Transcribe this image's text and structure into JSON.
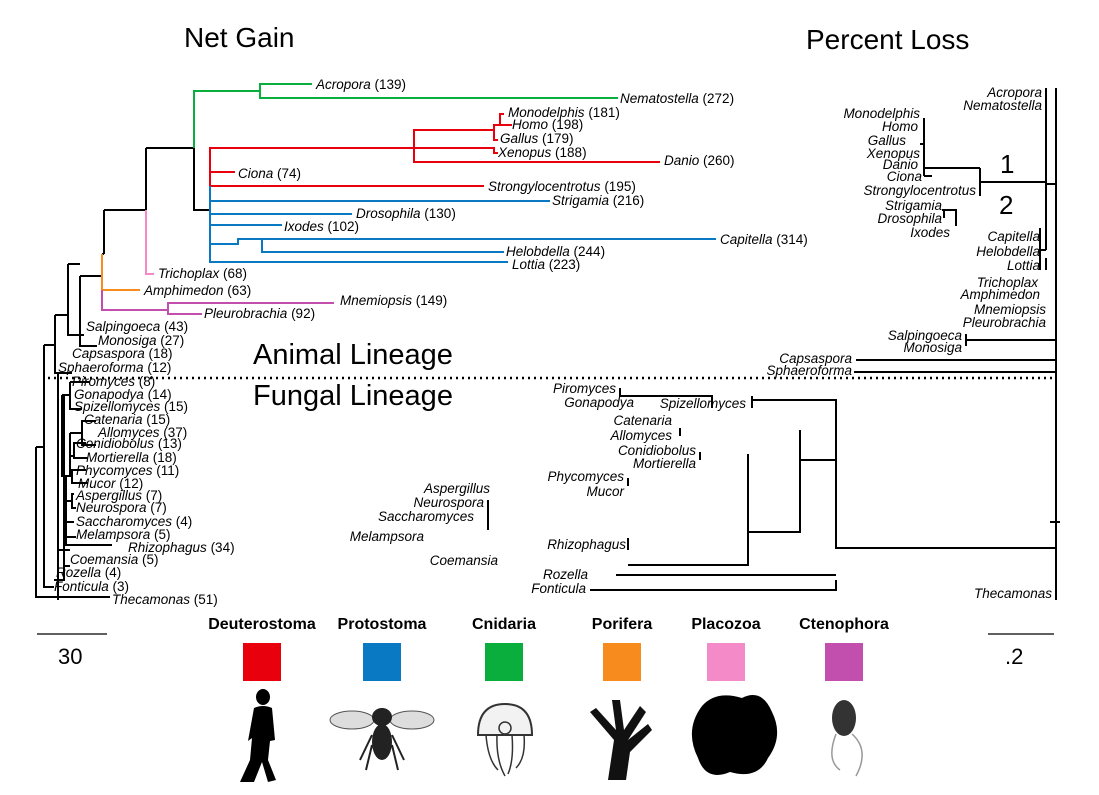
{
  "titles": {
    "left": "Net Gain",
    "right": "Percent Loss"
  },
  "lineages": {
    "animal": "Animal Lineage",
    "fungal": "Fungal Lineage"
  },
  "scales": {
    "left": "30",
    "right": ".2"
  },
  "node_labels": {
    "one": "1",
    "two": "2"
  },
  "net_gain_taxa": [
    {
      "name": "Acropora",
      "value": "(139)"
    },
    {
      "name": "Nematostella",
      "value": "(272)"
    },
    {
      "name": "Monodelphis",
      "value": "(181)"
    },
    {
      "name": "Homo",
      "value": "(198)"
    },
    {
      "name": "Gallus",
      "value": "(179)"
    },
    {
      "name": "Xenopus",
      "value": "(188)"
    },
    {
      "name": "Danio",
      "value": "(260)"
    },
    {
      "name": "Ciona",
      "value": "(74)"
    },
    {
      "name": "Strongylocentrotus",
      "value": "(195)"
    },
    {
      "name": "Strigamia",
      "value": "(216)"
    },
    {
      "name": "Drosophila",
      "value": "(130)"
    },
    {
      "name": "Ixodes",
      "value": "(102)"
    },
    {
      "name": "Capitella",
      "value": "(314)"
    },
    {
      "name": "Helobdella",
      "value": "(244)"
    },
    {
      "name": "Lottia",
      "value": "(223)"
    },
    {
      "name": "Trichoplax",
      "value": "(68)"
    },
    {
      "name": "Amphimedon",
      "value": "(63)"
    },
    {
      "name": "Mnemiopsis",
      "value": "(149)"
    },
    {
      "name": "Pleurobrachia",
      "value": "(92)"
    },
    {
      "name": "Salpingoeca",
      "value": "(43)"
    },
    {
      "name": "Monosiga",
      "value": "(27)"
    },
    {
      "name": "Capsaspora",
      "value": "(18)"
    },
    {
      "name": "Sphaeroforma",
      "value": "(12)"
    },
    {
      "name": "Piromyces",
      "value": "(8)"
    },
    {
      "name": "Gonapodya",
      "value": "(14)"
    },
    {
      "name": "Spizellomyces",
      "value": "(15)"
    },
    {
      "name": "Catenaria",
      "value": "(15)"
    },
    {
      "name": "Allomyces",
      "value": "(37)"
    },
    {
      "name": "Conidiobolus",
      "value": "(13)"
    },
    {
      "name": "Mortierella",
      "value": "(18)"
    },
    {
      "name": "Phycomyces",
      "value": "(11)"
    },
    {
      "name": "Mucor",
      "value": "(12)"
    },
    {
      "name": "Aspergillus",
      "value": "(7)"
    },
    {
      "name": "Neurospora",
      "value": "(7)"
    },
    {
      "name": "Saccharomyces",
      "value": "(4)"
    },
    {
      "name": "Melampsora",
      "value": "(5)"
    },
    {
      "name": "Rhizophagus",
      "value": "(34)"
    },
    {
      "name": "Coemansia",
      "value": "(5)"
    },
    {
      "name": "Rozella",
      "value": "(4)"
    },
    {
      "name": "Fonticula",
      "value": "(3)"
    },
    {
      "name": "Thecamonas",
      "value": "(51)"
    }
  ],
  "percent_loss_taxa": [
    "Acropora",
    "Nematostella",
    "Monodelphis",
    "Homo",
    "Gallus",
    "Xenopus",
    "Danio",
    "Ciona",
    "Strongylocentrotus",
    "Strigamia",
    "Drosophila",
    "Ixodes",
    "Capitella",
    "Helobdella",
    "Lottia",
    "Trichoplax",
    "Amphimedon",
    "Mnemiopsis",
    "Pleurobrachia",
    "Salpingoeca",
    "Monosiga",
    "Capsaspora",
    "Sphaeroforma",
    "Piromyces",
    "Gonapodya",
    "Spizellomyces",
    "Catenaria",
    "Allomyces",
    "Conidiobolus",
    "Mortierella",
    "Phycomyces",
    "Mucor",
    "Aspergillus",
    "Neurospora",
    "Saccharomyces",
    "Melampsora",
    "Rhizophagus",
    "Coemansia",
    "Rozella",
    "Fonticula",
    "Thecamonas"
  ],
  "legend": [
    {
      "label": "Deuterostoma",
      "color": "#e8000c",
      "icon": "human-silhouette-icon"
    },
    {
      "label": "Protostoma",
      "color": "#0a79c3",
      "icon": "fly-icon"
    },
    {
      "label": "Cnidaria",
      "color": "#0aae3c",
      "icon": "jellyfish-icon"
    },
    {
      "label": "Porifera",
      "color": "#f78b1e",
      "icon": "sponge-icon"
    },
    {
      "label": "Placozoa",
      "color": "#f48ac8",
      "icon": "placozoan-icon"
    },
    {
      "label": "Ctenophora",
      "color": "#c24fad",
      "icon": "comb-jelly-icon"
    }
  ]
}
